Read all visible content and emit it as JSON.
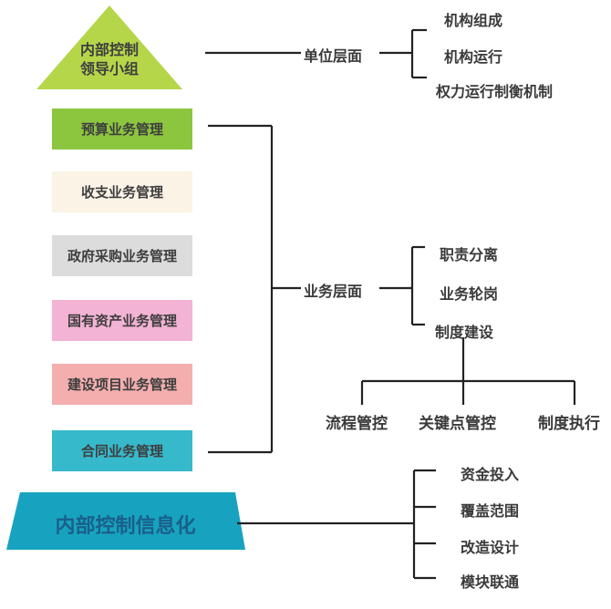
{
  "leadership": {
    "line1": "内部控制",
    "line2": "领导小组"
  },
  "unit_level": {
    "label": "单位层面",
    "items": [
      "机构组成",
      "机构运行",
      "权力运行制衡机制"
    ]
  },
  "business_modules": [
    {
      "label": "预算业务管理",
      "color": "#8cc63f"
    },
    {
      "label": "收支业务管理",
      "color": "#fbf3e5"
    },
    {
      "label": "政府采购业务管理",
      "color": "#dcdcdc"
    },
    {
      "label": "国有资产业务管理",
      "color": "#f3b3d5"
    },
    {
      "label": "建设项目业务管理",
      "color": "#f4aeae"
    },
    {
      "label": "合同业务管理",
      "color": "#37b9cc"
    }
  ],
  "business_level": {
    "label": "业务层面",
    "items": [
      "职责分离",
      "业务轮岗",
      "制度建设"
    ],
    "system_items": [
      "流程管控",
      "关键点管控",
      "制度执行"
    ]
  },
  "informatization": {
    "label": "内部控制信息化",
    "items": [
      "资金投入",
      "覆盖范围",
      "改造设计",
      "模块联通"
    ]
  },
  "colors": {
    "triangle": "#b6d64a",
    "trapezoid": "#17a3bf",
    "line": "#222222"
  }
}
